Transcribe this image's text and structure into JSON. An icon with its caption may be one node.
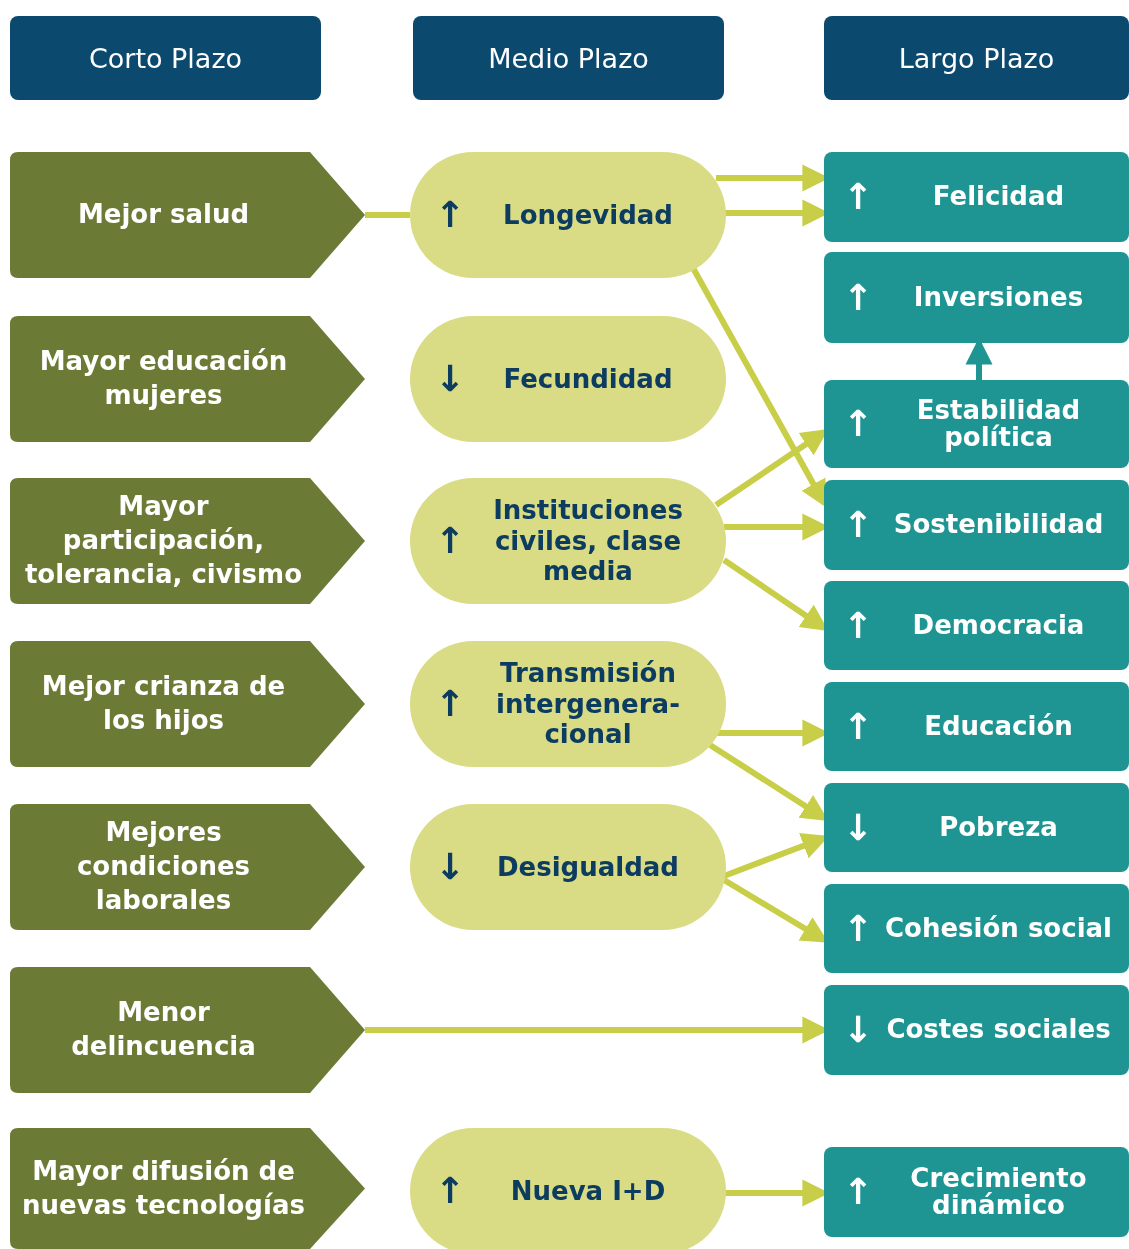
{
  "diagram": {
    "nodes": [
      {
        "text": [
          "Corto Plazo"
        ]
      },
      {
        "text": [
          "Medio Plazo"
        ]
      },
      {
        "text": [
          "Largo Plazo"
        ]
      },
      {
        "text": [
          "Mejor salud"
        ]
      },
      {
        "text": [
          "Mayor educación mujeres"
        ]
      },
      {
        "text": [
          "Mayor participación, tolerancia, civismo"
        ]
      },
      {
        "text": [
          "Mejor crianza de los hijos"
        ]
      },
      {
        "text": [
          "Mejores condiciones laborales"
        ]
      },
      {
        "text": [
          "Menor delincuencia"
        ]
      },
      {
        "text": [
          "Mayor difusión de nuevas tecnologías"
        ]
      },
      {
        "text": [
          "↑",
          "Longevidad"
        ]
      },
      {
        "text": [
          "↓",
          "Fecundidad"
        ]
      },
      {
        "text": [
          "↑",
          "Instituciones civiles, clase media"
        ]
      },
      {
        "text": [
          "↑",
          "Transmisión intergenera- cional"
        ]
      },
      {
        "text": [
          "↓",
          "Desigualdad"
        ]
      },
      {
        "text": [
          "↑",
          "Nueva I+D"
        ]
      },
      {
        "text": [
          "↑",
          "Felicidad"
        ]
      },
      {
        "text": [
          "↑",
          "Inversiones"
        ]
      },
      {
        "text": [
          "↑",
          "Estabilidad política"
        ]
      },
      {
        "text": [
          "↑",
          "Sostenibilidad"
        ]
      },
      {
        "text": [
          "↑",
          "Democracia"
        ]
      },
      {
        "text": [
          "↑",
          "Educación"
        ]
      },
      {
        "text": [
          "↓",
          "Pobreza"
        ]
      },
      {
        "text": [
          "↑",
          "Cohesión social"
        ]
      },
      {
        "text": [
          "↓",
          "Costes sociales"
        ]
      },
      {
        "text": [
          "↑",
          "Crecimiento dinámico"
        ]
      }
    ],
    "edges": [
      {
        "from": 3,
        "to": 10,
        "arrow": "none"
      },
      {
        "from": 10,
        "to": 16,
        "arrow": "to"
      },
      {
        "from": 10,
        "to": 16,
        "arrow": "to"
      },
      {
        "from": 10,
        "to": 19,
        "arrow": "to"
      },
      {
        "from": 12,
        "to": 18,
        "arrow": "to"
      },
      {
        "from": 12,
        "to": 19,
        "arrow": "to"
      },
      {
        "from": 12,
        "to": 20,
        "arrow": "to"
      },
      {
        "from": 13,
        "to": 21,
        "arrow": "to"
      },
      {
        "from": 13,
        "to": 22,
        "arrow": "to"
      },
      {
        "from": 14,
        "to": 22,
        "arrow": "to"
      },
      {
        "from": 14,
        "to": 23,
        "arrow": "to"
      },
      {
        "from": 8,
        "to": 24,
        "arrow": "to"
      },
      {
        "from": 15,
        "to": 25,
        "arrow": "to"
      },
      {
        "from": 18,
        "to": 17,
        "arrow": "to",
        "color": "#1f9593"
      }
    ]
  }
}
